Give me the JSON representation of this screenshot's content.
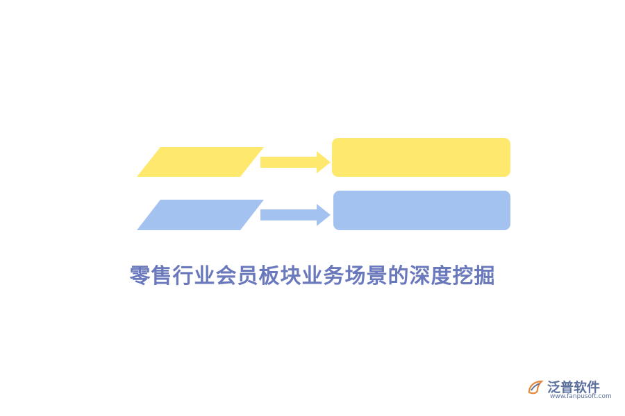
{
  "diagram": {
    "rows": [
      {
        "color": "#fee86d"
      },
      {
        "color": "#a3c2f0"
      }
    ]
  },
  "title": "零售行业会员板块业务场景的深度挖掘",
  "logo": {
    "name": "泛普软件",
    "url": "www.fanpusoft.com",
    "accent": "#e8883a",
    "color": "#5b6f9e"
  }
}
